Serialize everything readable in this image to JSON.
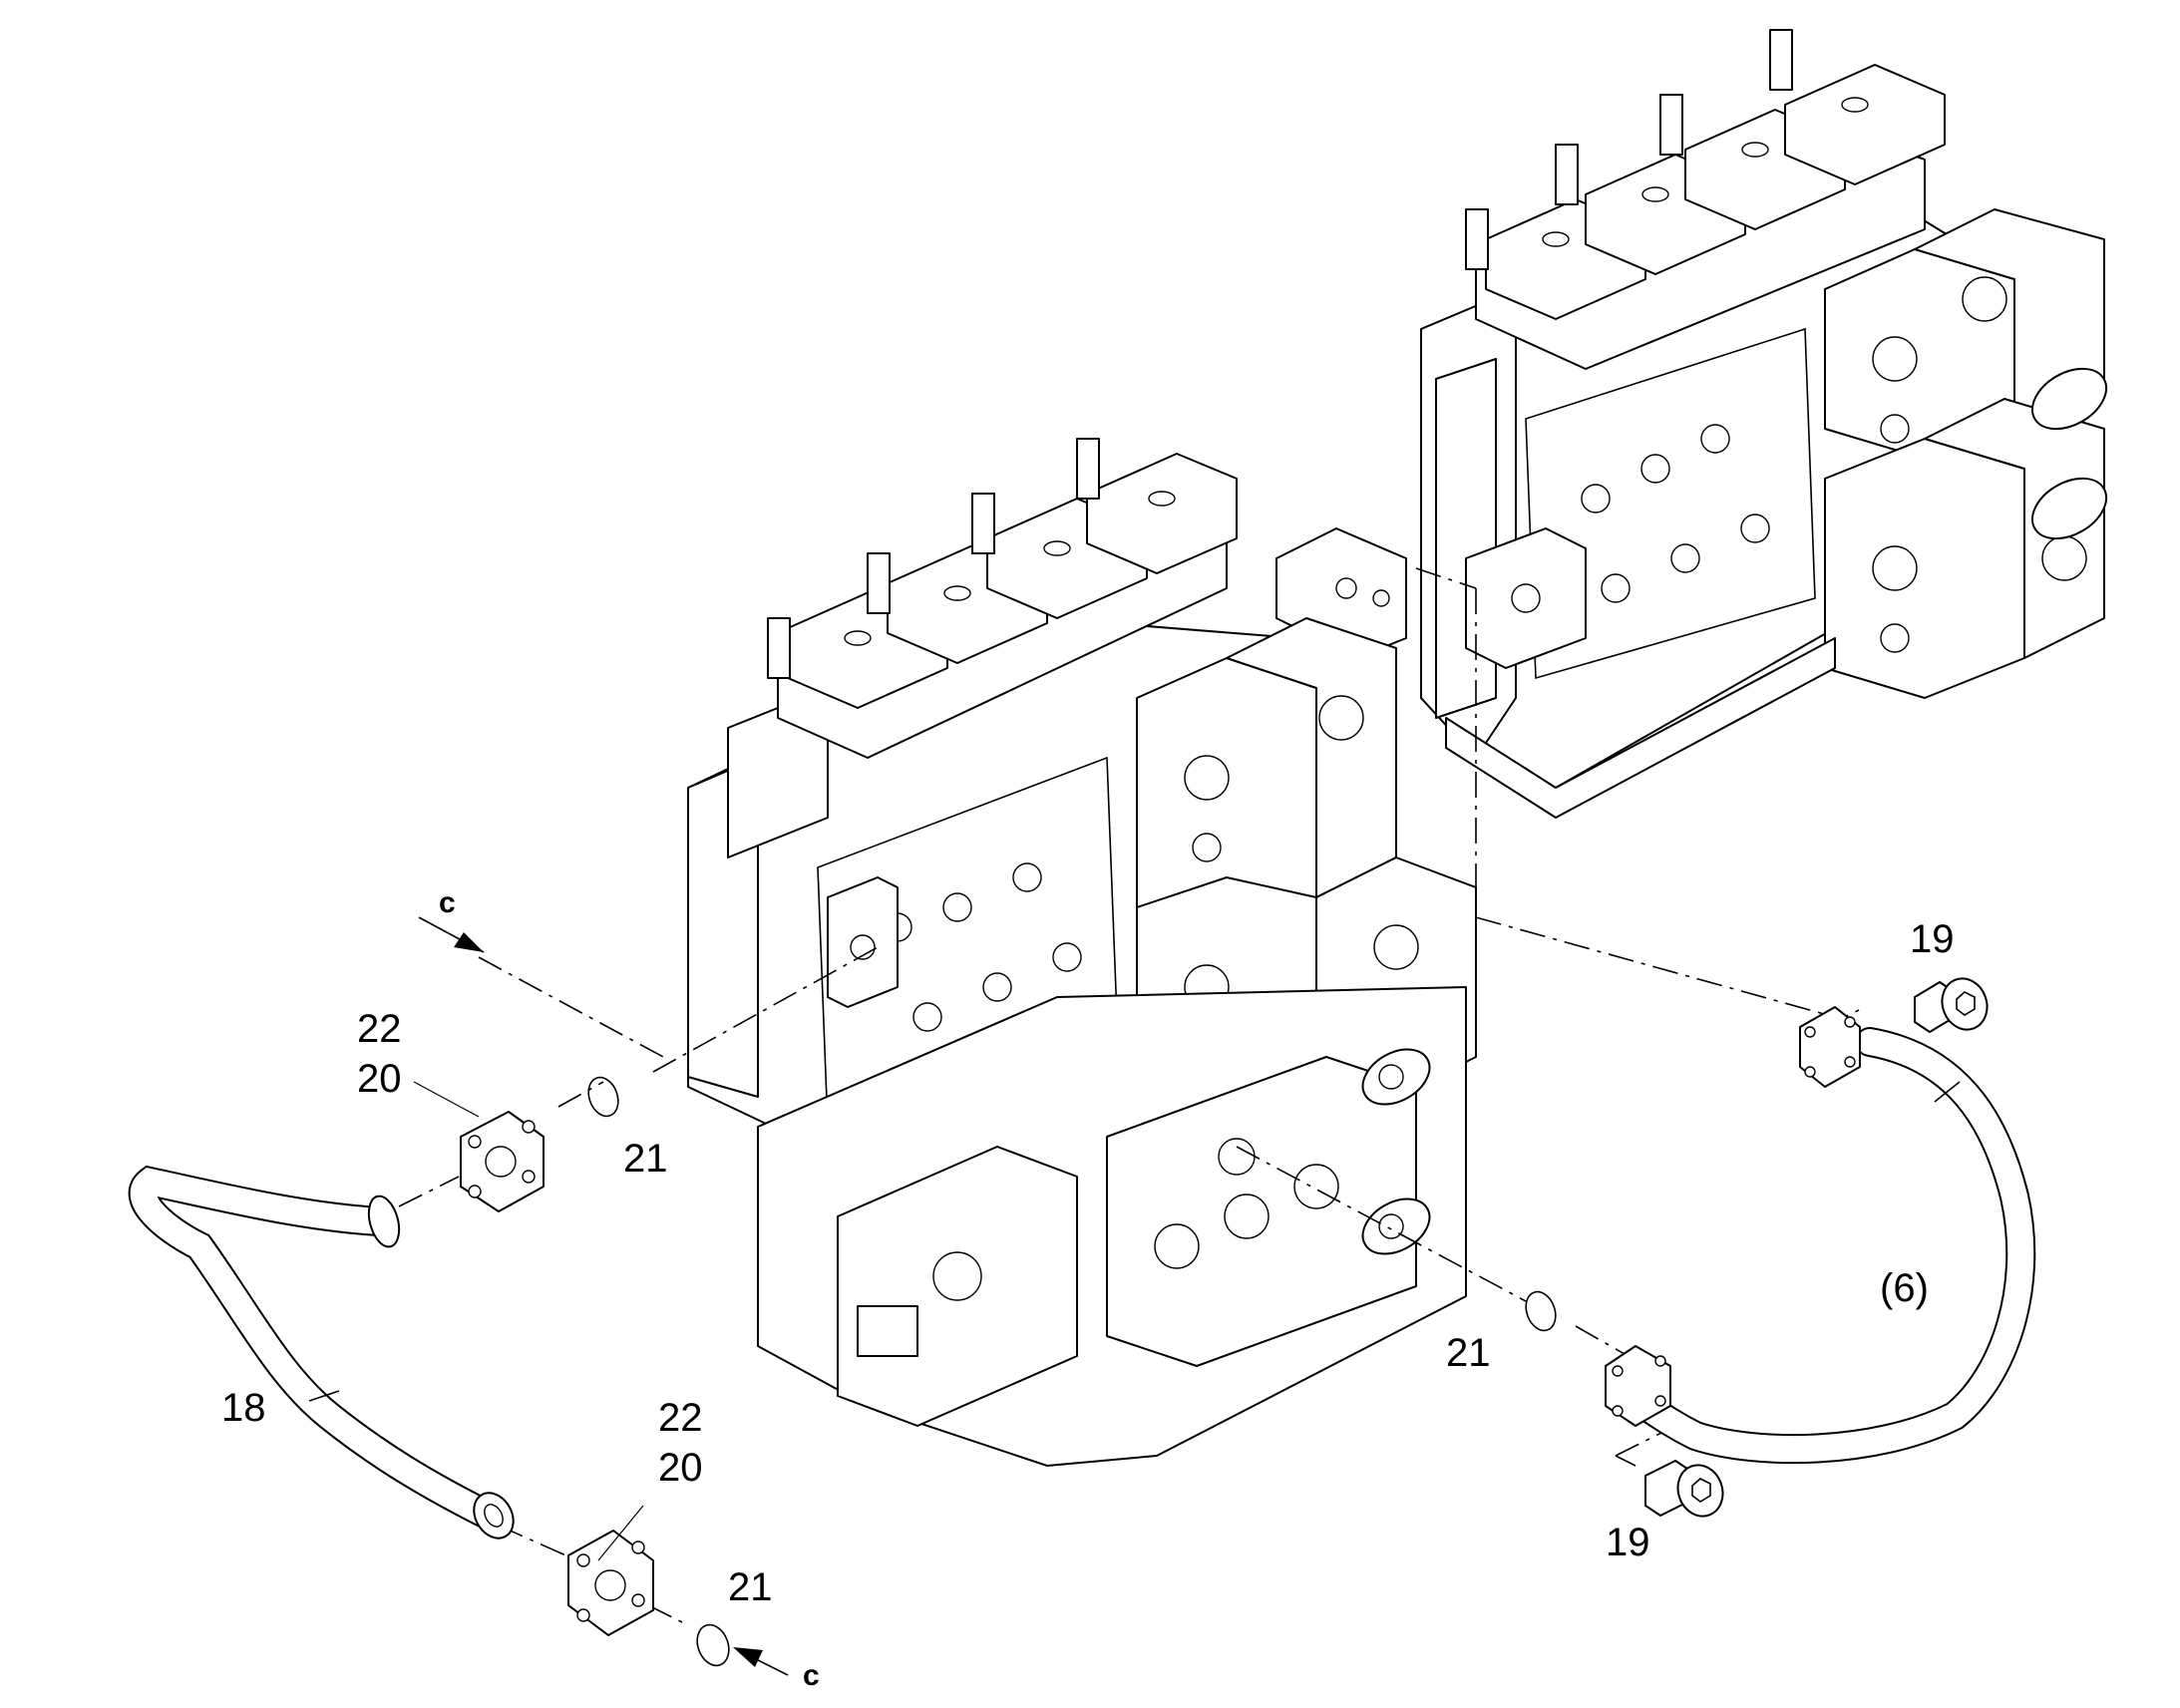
{
  "labels": {
    "callout_22_left_top": "22",
    "callout_20_left_top": "20",
    "callout_21_left_top": "21",
    "callout_18": "18",
    "callout_22_left_bottom": "22",
    "callout_20_left_bottom": "20",
    "callout_21_left_bottom": "21",
    "callout_19_top": "19",
    "callout_6": "(6)",
    "callout_21_right": "21",
    "callout_19_bottom": "19",
    "view_c_top": "c",
    "view_c_bottom": "c"
  }
}
